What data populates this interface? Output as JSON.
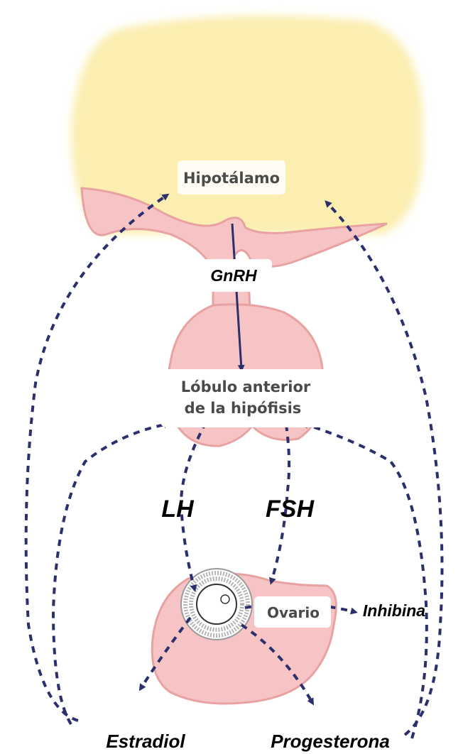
{
  "labels": {
    "hypothalamus": "Hipotálamo",
    "gnrh": "GnRH",
    "pituitary_line1": "Lóbulo anterior",
    "pituitary_line2": "de la hipófisis",
    "lh": "LH",
    "fsh": "FSH",
    "ovary": "Ovario",
    "inhibin": "Inhibina",
    "estradiol": "Estradiol",
    "progesterone": "Progesterona"
  },
  "colors": {
    "hypothalamus_fill": "#fbeeb0",
    "tissue_fill": "#f6c4c4",
    "arrow": "#2b2f6b"
  }
}
